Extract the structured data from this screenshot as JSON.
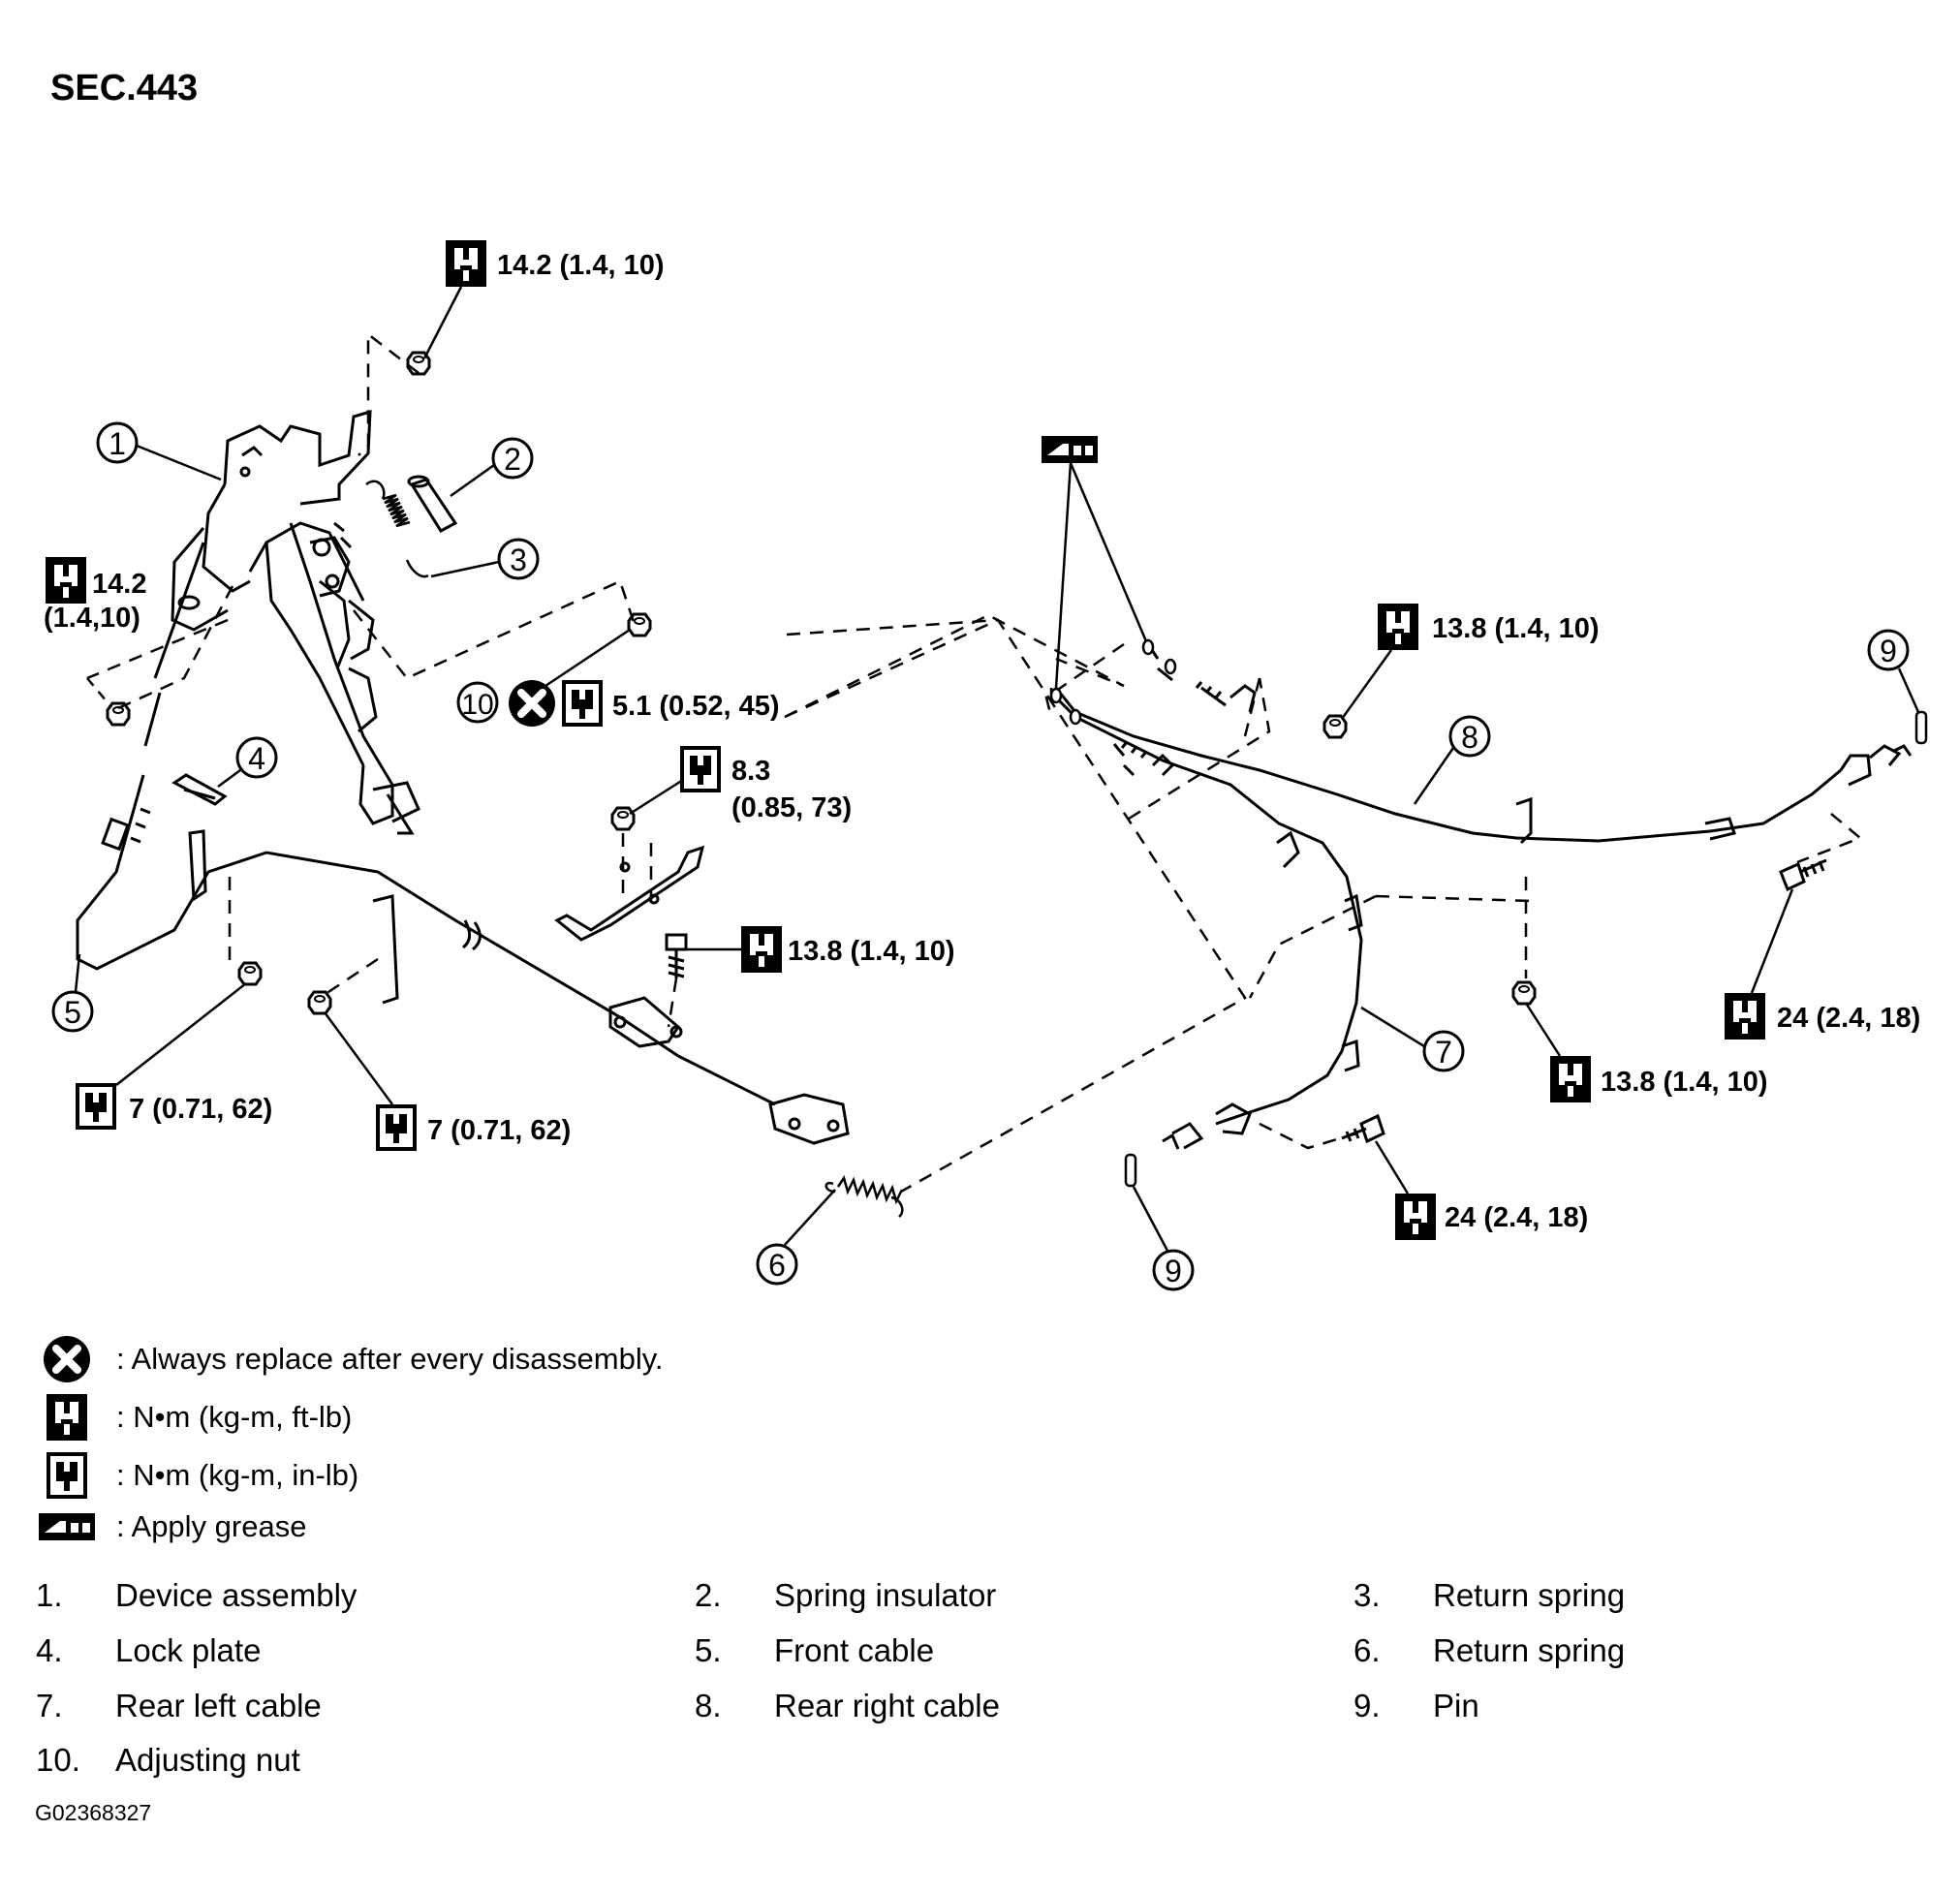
{
  "section": "SEC.443",
  "figure_code": "G02368327",
  "callout_numbers": [
    "1",
    "2",
    "3",
    "4",
    "5",
    "6",
    "7",
    "8",
    "9",
    "9",
    "10"
  ],
  "torque_labels": {
    "t1": "14.2 (1.4, 10)",
    "t2a": "14.2",
    "t2b": "(1.4,10)",
    "t3": "5.1 (0.52, 45)",
    "t4a": "8.3",
    "t4b": "(0.85, 73)",
    "t5": "13.8 (1.4, 10)",
    "t6": "7 (0.71, 62)",
    "t7": "7 (0.71, 62)",
    "t8": "13.8 (1.4, 10)",
    "t9": "13.8 (1.4, 10)",
    "t10": "24 (2.4, 18)",
    "t11": "24 (2.4, 18)"
  },
  "legend": [
    {
      "icon": "replace-icon",
      "text": ": Always replace after every disassembly."
    },
    {
      "icon": "torque-ftlb-icon",
      "text": ": N•m  (kg-m,  ft-lb)"
    },
    {
      "icon": "torque-inlb-icon",
      "text": ": N•m  (kg-m,  in-lb)"
    },
    {
      "icon": "grease-icon",
      "text": ": Apply grease"
    }
  ],
  "parts": [
    {
      "num": "1.",
      "name": "Device assembly"
    },
    {
      "num": "2.",
      "name": "Spring insulator"
    },
    {
      "num": "3.",
      "name": "Return spring"
    },
    {
      "num": "4.",
      "name": "Lock plate"
    },
    {
      "num": "5.",
      "name": "Front cable"
    },
    {
      "num": "6.",
      "name": "Return spring"
    },
    {
      "num": "7.",
      "name": "Rear left cable"
    },
    {
      "num": "8.",
      "name": "Rear right cable"
    },
    {
      "num": "9.",
      "name": "Pin"
    },
    {
      "num": "10.",
      "name": "Adjusting nut"
    }
  ]
}
